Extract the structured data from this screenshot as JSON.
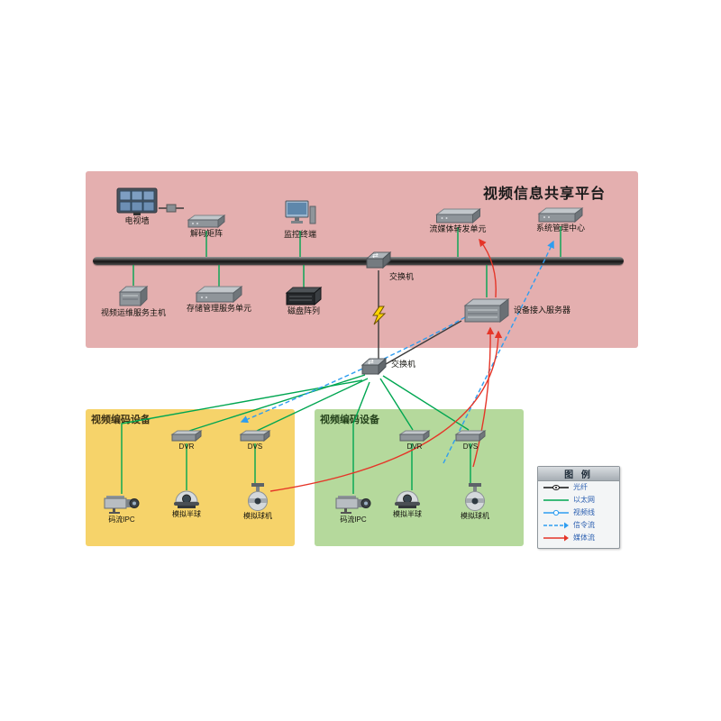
{
  "platform": {
    "title": "视频信息共享平台"
  },
  "nodes": {
    "tv_wall": {
      "label": "电视墙"
    },
    "decode_matrix": {
      "label": "解码矩阵"
    },
    "monitor_terminal": {
      "label": "监控终端"
    },
    "stream_unit": {
      "label": "流媒体转发单元"
    },
    "sys_mgmt_center": {
      "label": "系统管理中心"
    },
    "switch_top": {
      "label": "交换机"
    },
    "switch_mid": {
      "label": "交换机"
    },
    "video_ops_host": {
      "label": "视频运维服务主机"
    },
    "storage_mgmt_unit": {
      "label": "存储管理服务单元"
    },
    "disk_array": {
      "label": "磁盘阵列"
    },
    "access_server": {
      "label": "设备接入服务器"
    }
  },
  "encoder_groups": {
    "left": {
      "title": "视频编码设备",
      "dvr": "DVR",
      "dvs": "DVS",
      "ipc": "码流IPC",
      "dome": "模拟半球",
      "ball": "模拟球机"
    },
    "right": {
      "title": "视频编码设备",
      "dvr": "DVR",
      "dvs": "DVS",
      "ipc": "码流IPC",
      "dome": "模拟半球",
      "ball": "模拟球机"
    }
  },
  "legend": {
    "title": "图 例",
    "items": [
      {
        "label": "光纤",
        "color": "#111111",
        "style": "solid-dot"
      },
      {
        "label": "以太网",
        "color": "#00a651",
        "style": "solid"
      },
      {
        "label": "视频线",
        "color": "#2e9df0",
        "style": "solid-circle"
      },
      {
        "label": "信令流",
        "color": "#2e9df0",
        "style": "dashed-arrow"
      },
      {
        "label": "媒体流",
        "color": "#e53528",
        "style": "solid-arrow"
      }
    ]
  },
  "colors": {
    "platform_bg": "#e4afaf",
    "encoder_left_bg": "#f6d36a",
    "encoder_right_bg": "#b5d99c",
    "bus": "#161616",
    "ethernet": "#00a651",
    "signal": "#2e9df0",
    "media": "#e53528"
  }
}
